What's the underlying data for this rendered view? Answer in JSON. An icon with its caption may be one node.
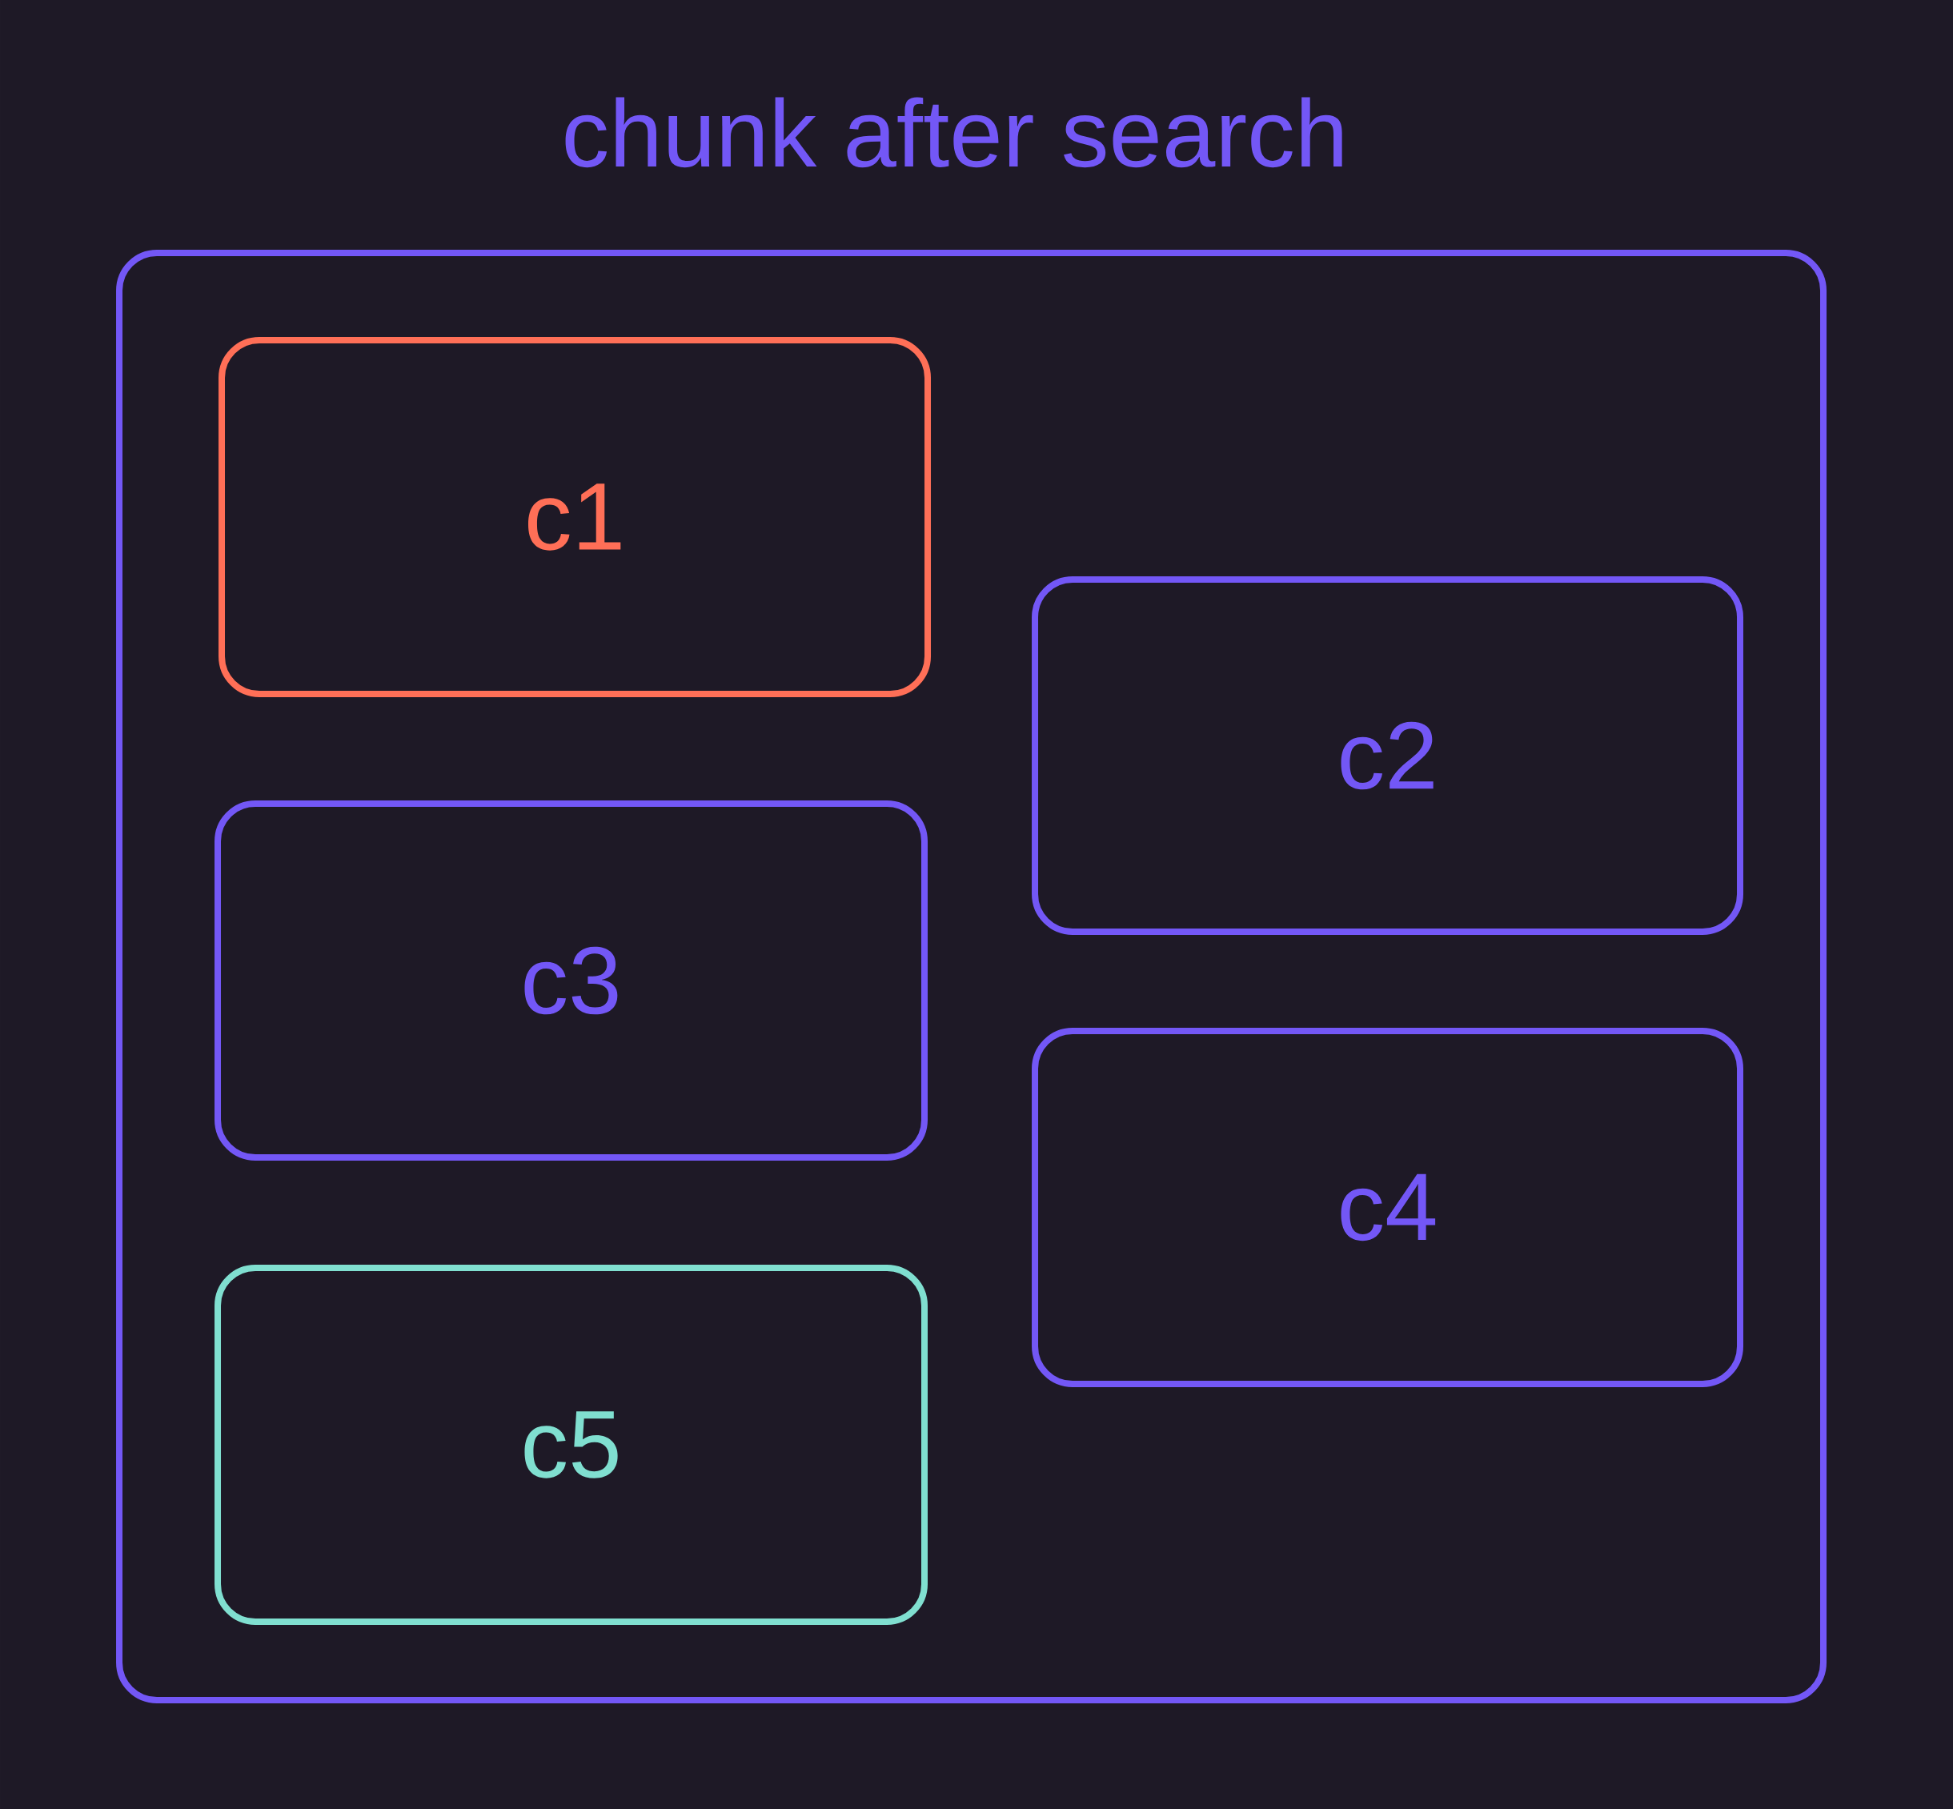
{
  "diagram": {
    "title": "chunk after search",
    "nodes": [
      {
        "text": [],
        "shape": "box"
      },
      {
        "text": [
          "c1"
        ],
        "in": 0
      },
      {
        "text": [
          "c2"
        ],
        "in": 0
      },
      {
        "text": [
          "c3"
        ],
        "in": 0
      },
      {
        "text": [
          "c4"
        ],
        "in": 0
      },
      {
        "text": [
          "c5"
        ],
        "in": 0
      }
    ]
  }
}
